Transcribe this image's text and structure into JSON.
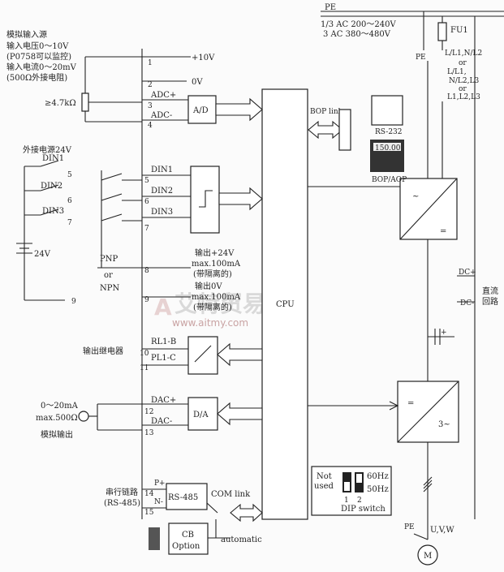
{
  "power": {
    "pe": "PE",
    "supply_line1": "1/3 AC 200～240V",
    "supply_line2": "3 AC 380～480V",
    "fuse": "FU1",
    "terminals": [
      "L/L1,N/L2",
      "or",
      "L/L1,",
      "N/L2,L3",
      "or",
      "L1,L2,L3"
    ],
    "pe_top": "PE",
    "pe_bottom": "PE"
  },
  "analog_input": {
    "title": "模拟输入源",
    "voltage": "输入电压0～10V",
    "monitor": "(P0758可以监控)",
    "current": "输入电流0～20mV",
    "resistor": "(500Ω外接电阻)",
    "pot": "≥4.7kΩ"
  },
  "ext_power": {
    "title": "外接电源24V",
    "voltage": "24V"
  },
  "digital_inputs": [
    "DIN1",
    "DIN2",
    "DIN3"
  ],
  "ext_switch_labels": [
    "DIN1",
    "DIN2",
    "DIN3"
  ],
  "ext_switch_nums": [
    "5",
    "6",
    "7"
  ],
  "pin_labels": {
    "p1": "+10V",
    "p2": "0V",
    "p3": "ADC+",
    "p4": "ADC-",
    "p10": "RL1-B",
    "p11": "PL1-C",
    "p12": "DAC+",
    "p13": "DAC-",
    "p14": "P+",
    "p15": "N-"
  },
  "pin_numbers": [
    "1",
    "2",
    "3",
    "4",
    "5",
    "6",
    "7",
    "8",
    "9",
    "10",
    "11",
    "12",
    "13",
    "14",
    "15"
  ],
  "blocks": {
    "ad": "A/D",
    "da": "D/A",
    "cpu": "CPU",
    "rs485": "RS-485",
    "cb_option_1": "CB",
    "cb_option_2": "Option"
  },
  "pnp_npn": {
    "pnp": "PNP",
    "or": "or",
    "npn": "NPN",
    "pin9": "9"
  },
  "output_24v": {
    "line1": "输出+24V",
    "line2": "max.100mA",
    "line3": "(带隔离的)"
  },
  "output_0v": {
    "line1": "输出0V",
    "line2": "max.100mA",
    "line3": "(带隔离的)"
  },
  "relay": {
    "label": "输出继电器"
  },
  "analog_output": {
    "range": "0～20mA",
    "max": "max.500Ω",
    "label": "模拟输出"
  },
  "serial": {
    "label1": "串行链路",
    "label2": "(RS-485)",
    "com": "COM link",
    "auto": "automatic"
  },
  "bop": {
    "link": "BOP link",
    "rs232": "RS-232",
    "display": "150.00",
    "bop_aop": "BOP/AOP"
  },
  "dc": {
    "dcp": "DC+",
    "dcm": "DC-",
    "label1": "直流",
    "label2": "回路",
    "cap": "+"
  },
  "inverter": {
    "rect_top": "~",
    "rect_bot": "=",
    "inv_top": "=",
    "inv_bot": "3~"
  },
  "dip": {
    "not": "Not",
    "used": "used",
    "n1": "1",
    "n2": "2",
    "hz60": "60Hz",
    "hz50": "50Hz",
    "title": "DIP switch"
  },
  "motor": {
    "terms": "U,V,W",
    "m": "M"
  },
  "watermark": {
    "brand": "艾特贸易",
    "url": "www.aitmy.com"
  }
}
